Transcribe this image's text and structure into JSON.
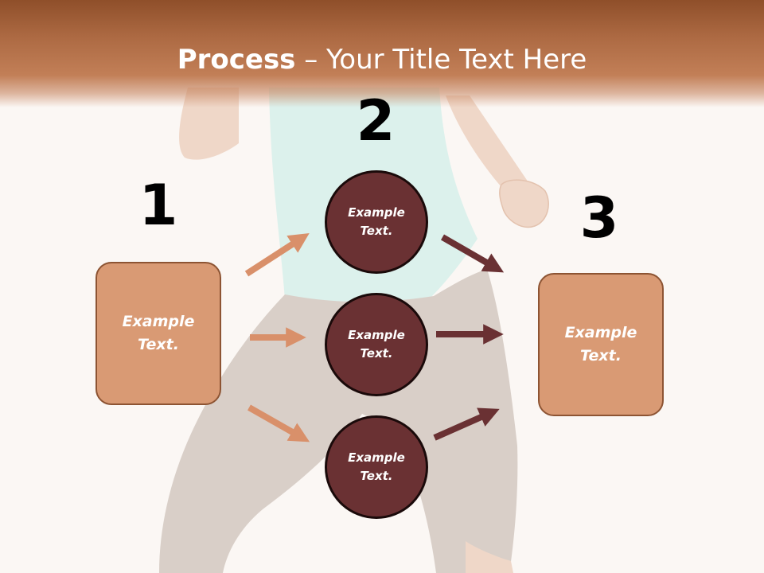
{
  "slide": {
    "title_bold": "Process",
    "title_rest": " – Your Title Text Here"
  },
  "steps": {
    "one": "1",
    "two": "2",
    "three": "3"
  },
  "left_box": {
    "line1": "Example",
    "line2": "Text."
  },
  "right_box": {
    "line1": "Example",
    "line2": "Text."
  },
  "circles": [
    {
      "line1": "Example",
      "line2": "Text."
    },
    {
      "line1": "Example",
      "line2": "Text."
    },
    {
      "line1": "Example",
      "line2": "Text."
    }
  ],
  "colors": {
    "header": "#ad6a43",
    "box_fill": "#d99a74",
    "circle_fill": "#6a3133",
    "arrow_light": "#d9906a",
    "arrow_dark": "#6a3133"
  }
}
